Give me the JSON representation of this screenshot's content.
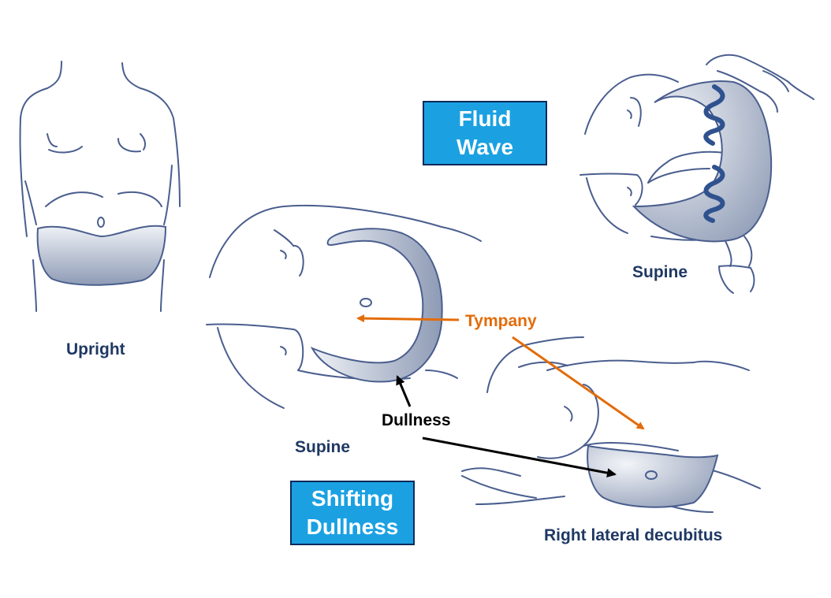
{
  "labels": {
    "upright": "Upright",
    "supine_left": "Supine",
    "supine_right": "Supine",
    "tympany": "Tympany",
    "dullness": "Dullness",
    "right_lateral": "Right lateral decubitus"
  },
  "boxes": {
    "fluid_wave": [
      "Fluid",
      "Wave"
    ],
    "shifting_dullness": [
      "Shifting",
      "Dullness"
    ]
  },
  "colors": {
    "outline": "#4A5E8E",
    "fluid_fill_top": "#EEF1F6",
    "fluid_fill_bottom": "#8E9BB5",
    "box_fill": "#1BA1E2",
    "box_border": "#0C2A5B",
    "label_text": "#1F3864",
    "tympany_arrow": "#E36C0A",
    "dullness_arrow": "#000000",
    "spring": "#2F528F"
  }
}
